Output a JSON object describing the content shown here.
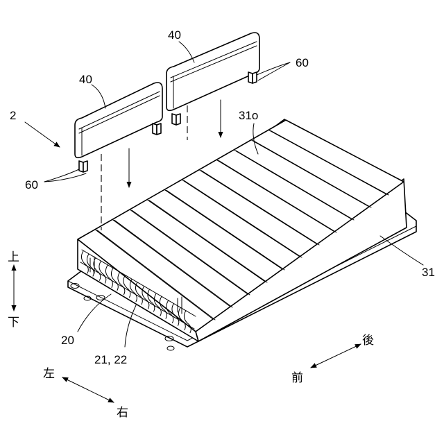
{
  "labels": {
    "ref_2": "2",
    "ref_40_left": "40",
    "ref_40_right": "40",
    "ref_60_left": "60",
    "ref_60_right": "60",
    "ref_31o": "31o",
    "ref_31": "31",
    "ref_20": "20",
    "ref_21_22": "21, 22"
  },
  "directions": {
    "up": "上",
    "down": "下",
    "left": "左",
    "right": "右",
    "front": "前",
    "back": "後"
  }
}
